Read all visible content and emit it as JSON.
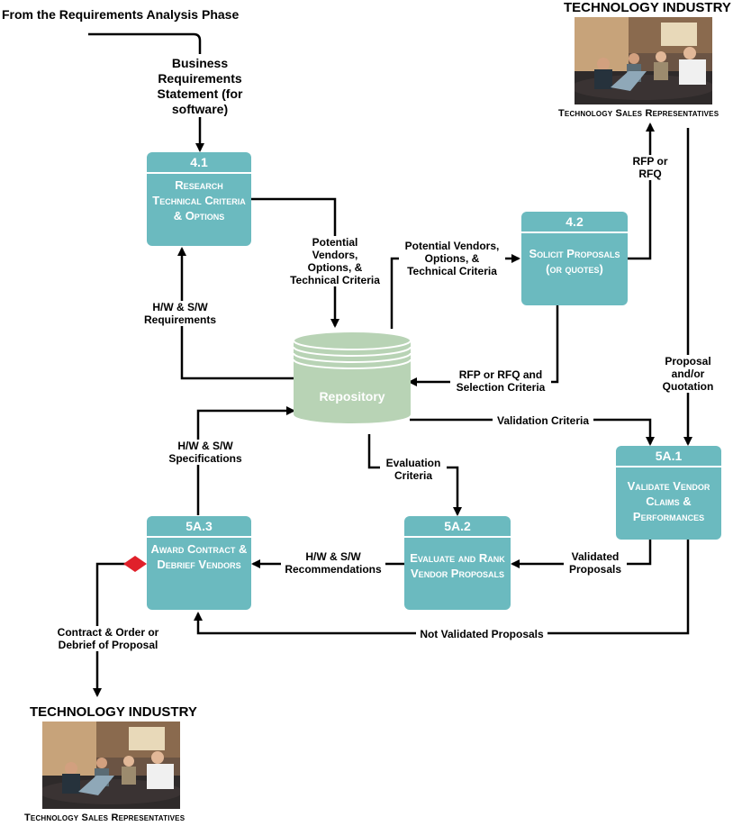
{
  "source": {
    "text": "From the Requirements Analysis Phase"
  },
  "input_statement": {
    "text": "Business Requirements Statement (for software)"
  },
  "processes": [
    {
      "id": "4.1",
      "name": "Research Technical Criteria & Options"
    },
    {
      "id": "4.2",
      "name": "Solicit Proposals (or quotes)"
    },
    {
      "id": "5A.1",
      "name": "Validate Vendor Claims & Performances"
    },
    {
      "id": "5A.2",
      "name": "Evaluate and Rank Vendor Proposals"
    },
    {
      "id": "5A.3",
      "name": "Award Contract & Debrief Vendors"
    }
  ],
  "repository": {
    "label": "Repository"
  },
  "flows": {
    "potential_vendors_a": "Potential Vendors, Options, & Technical Criteria",
    "potential_vendors_b": "Potential Vendors, Options, & Technical Criteria",
    "hw_sw_requirements": "H/W & S/W Requirements",
    "rfp_or_rfq": "RFP or RFQ",
    "rfp_selection": "RFP or RFQ and Selection Criteria",
    "proposal_quotation": "Proposal and/or Quotation",
    "validation_criteria": "Validation Criteria",
    "hw_sw_specifications": "H/W & S/W Specifications",
    "evaluation_criteria": "Evaluation Criteria",
    "validated_proposals": "Validated Proposals",
    "hw_sw_recommendations": "H/W & S/W Recommendations",
    "not_validated": "Not Validated Proposals",
    "contract_order": "Contract & Order or Debrief of Proposal"
  },
  "external_top": {
    "title": "TECHNOLOGY INDUSTRY",
    "caption": "Technology Sales Representatives"
  },
  "external_bottom": {
    "title": "TECHNOLOGY INDUSTRY",
    "caption": "Technology Sales Representatives"
  },
  "colors": {
    "process": "#6bbabf",
    "repository": "#b8d3b5",
    "decision": "#e0202a"
  }
}
